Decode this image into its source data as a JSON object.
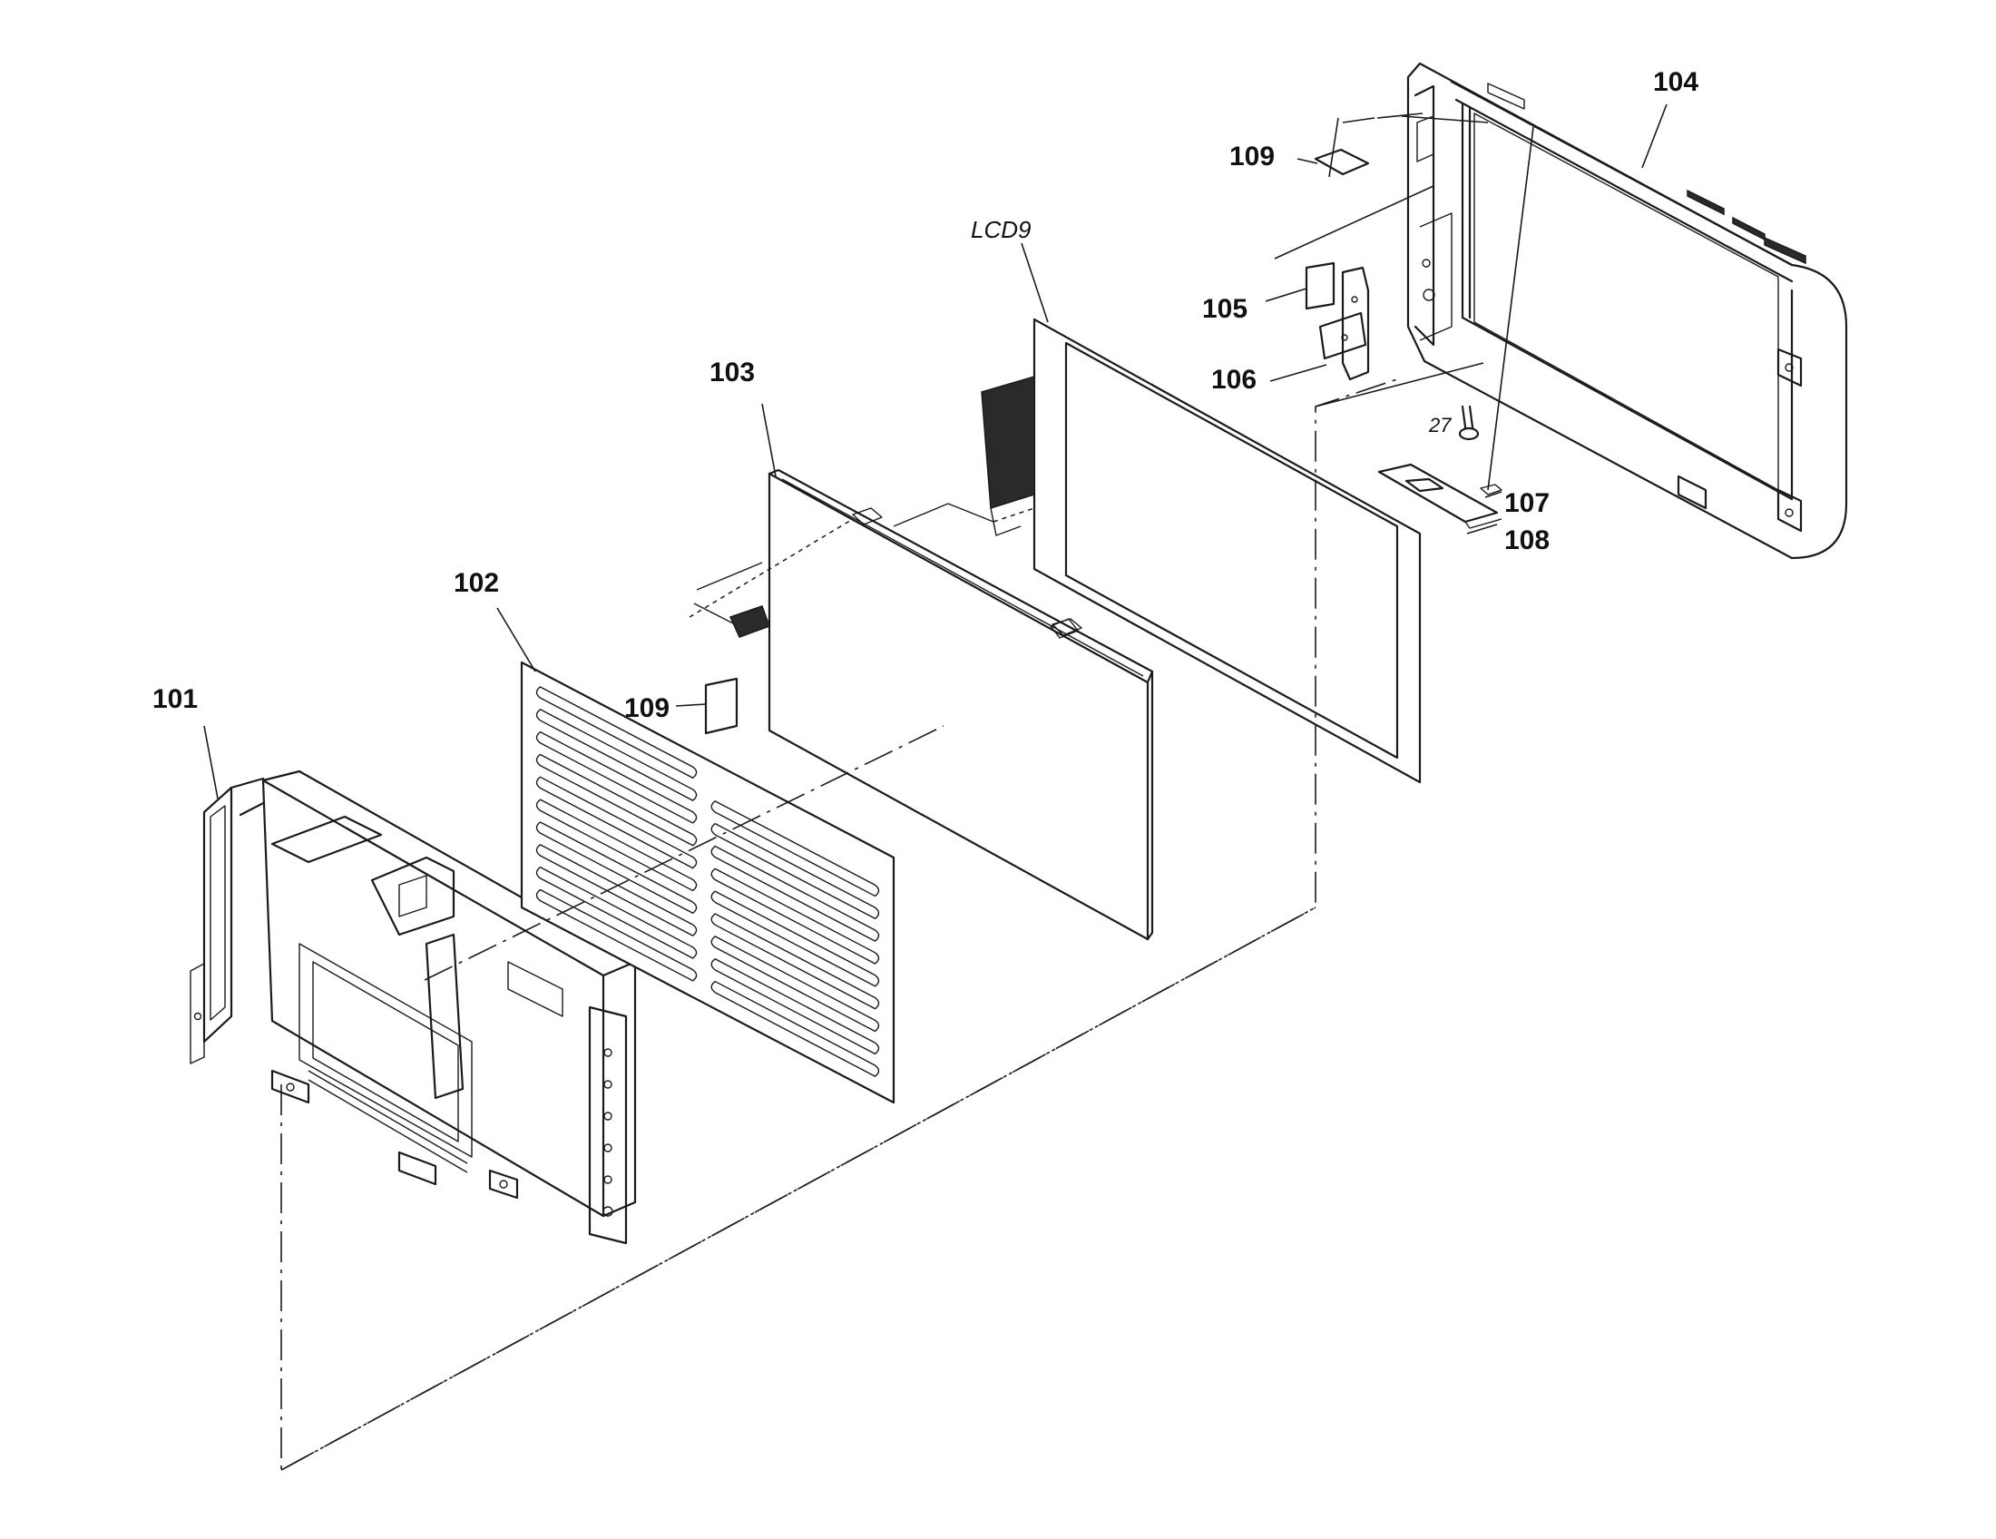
{
  "labels": {
    "p101": "101",
    "p102": "102",
    "p103": "103",
    "p104": "104",
    "p105": "105",
    "p106": "106",
    "p107": "107",
    "p108": "108",
    "p109_top": "109",
    "p109_mid": "109",
    "lcd": "LCD9",
    "screw": "27"
  }
}
